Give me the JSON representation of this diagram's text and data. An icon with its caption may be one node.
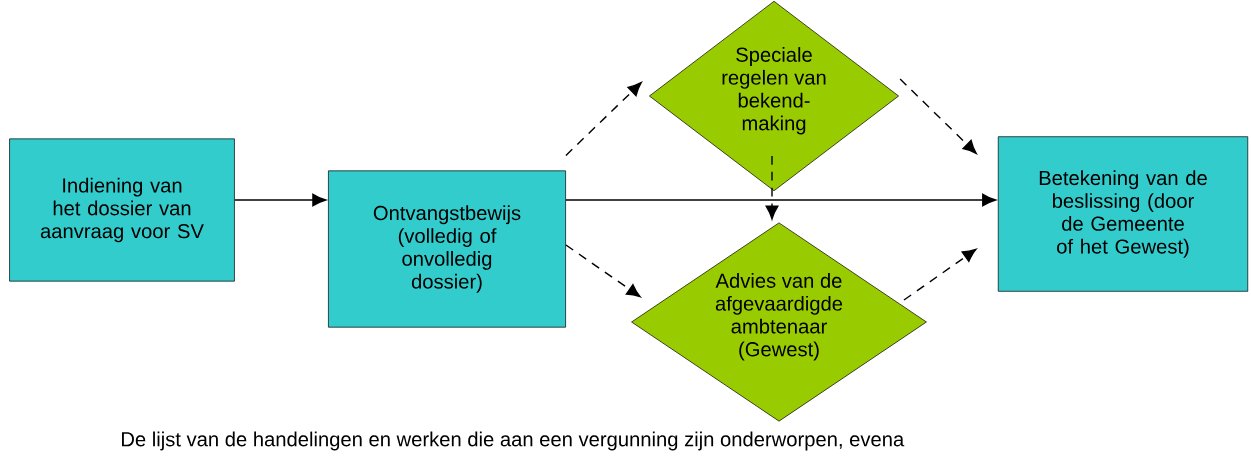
{
  "diagram": {
    "nodes": [
      {
        "text": [
          "Indiening van het dossier van aanvraag voor SV"
        ]
      },
      {
        "text": [
          "Ontvangstbewijs (volledig of onvolledig dossier)"
        ]
      },
      {
        "text": [
          "Speciale regelen van bekend- making"
        ]
      },
      {
        "text": [
          "Advies van de afgevaardigde ambtenaar (Gewest)"
        ]
      },
      {
        "text": [
          "Betekening van de beslissing (door de Gemeente of het Gewest)"
        ]
      }
    ],
    "edges": [
      {
        "from": 0,
        "to": 1,
        "arrow": "to"
      },
      {
        "from": 1,
        "to": 4,
        "arrow": "to"
      },
      {
        "from": 1,
        "to": 2,
        "arrow": "to",
        "style": "dashed"
      },
      {
        "from": 1,
        "to": 3,
        "arrow": "to",
        "style": "dashed"
      },
      {
        "from": 2,
        "to": 3,
        "arrow": "to",
        "style": "dashed"
      },
      {
        "from": 2,
        "to": 4,
        "arrow": "to",
        "style": "dashed"
      },
      {
        "from": 3,
        "to": 4,
        "arrow": "to",
        "style": "dashed"
      }
    ],
    "labels": [
      "De lijst van de handelingen en werken die aan een vergunning zijn onderworpen, evena"
    ]
  }
}
